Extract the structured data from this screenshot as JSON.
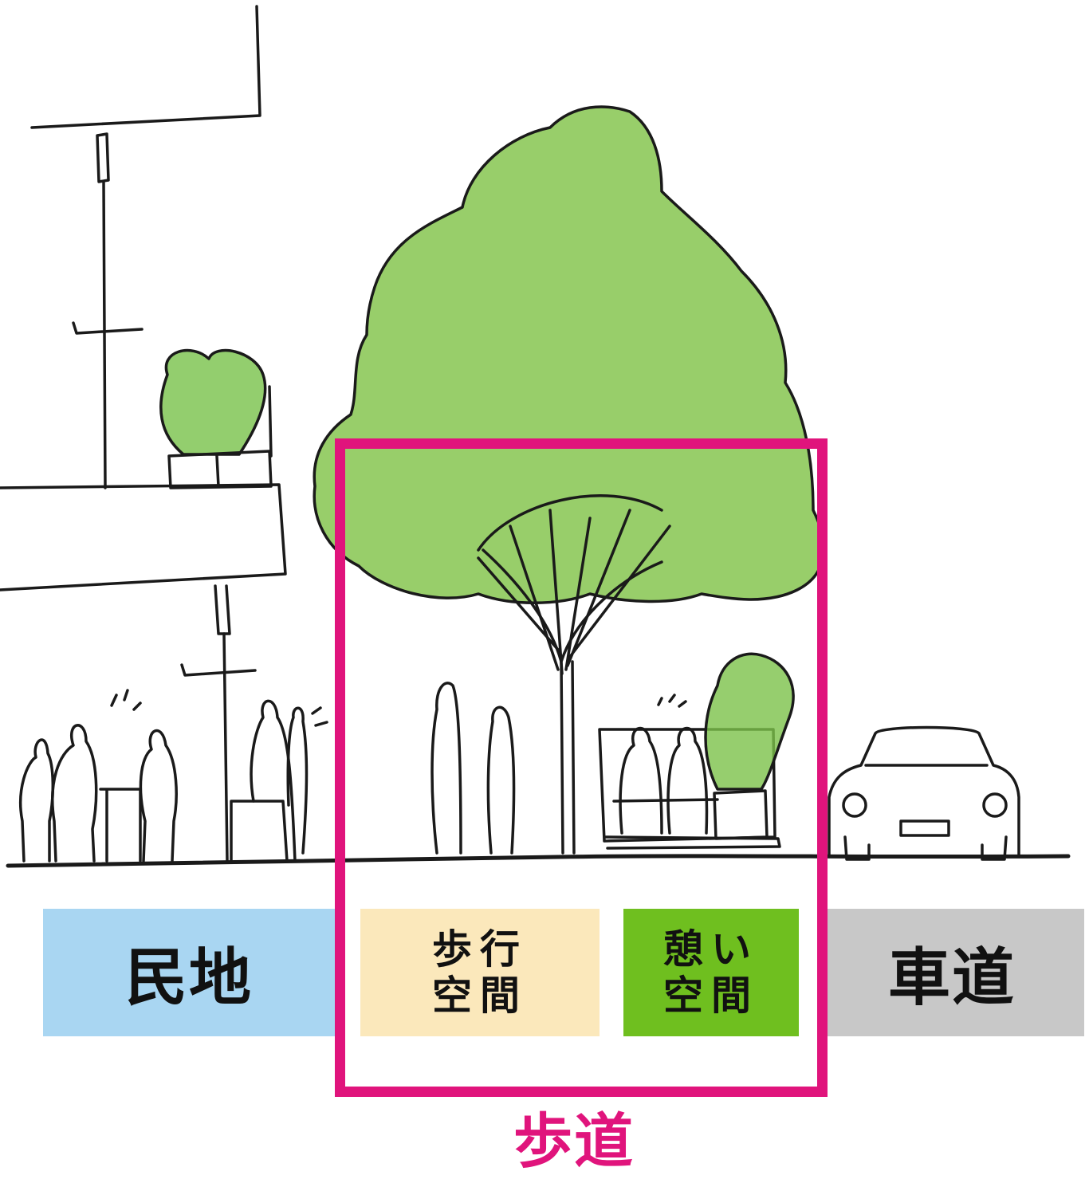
{
  "zones": {
    "private_land": {
      "label": "民地",
      "color": "#a9d6f2"
    },
    "walking_space": {
      "label": "歩行\n空間",
      "color": "#fbe8bb"
    },
    "rest_space": {
      "label": "憩い\n空間",
      "color": "#6fbf1f"
    },
    "roadway": {
      "label": "車道",
      "color": "#c8c8c8"
    }
  },
  "sidewalk": {
    "label": "歩道",
    "color": "#e0147c"
  },
  "illustration": {
    "foliage_color": "#8dc95a",
    "icons": [
      "building-icon",
      "planter-icon",
      "cafe-people-icon",
      "street-tree-icon",
      "pedestrians-icon",
      "bench-people-icon",
      "shrub-icon",
      "car-icon"
    ]
  }
}
